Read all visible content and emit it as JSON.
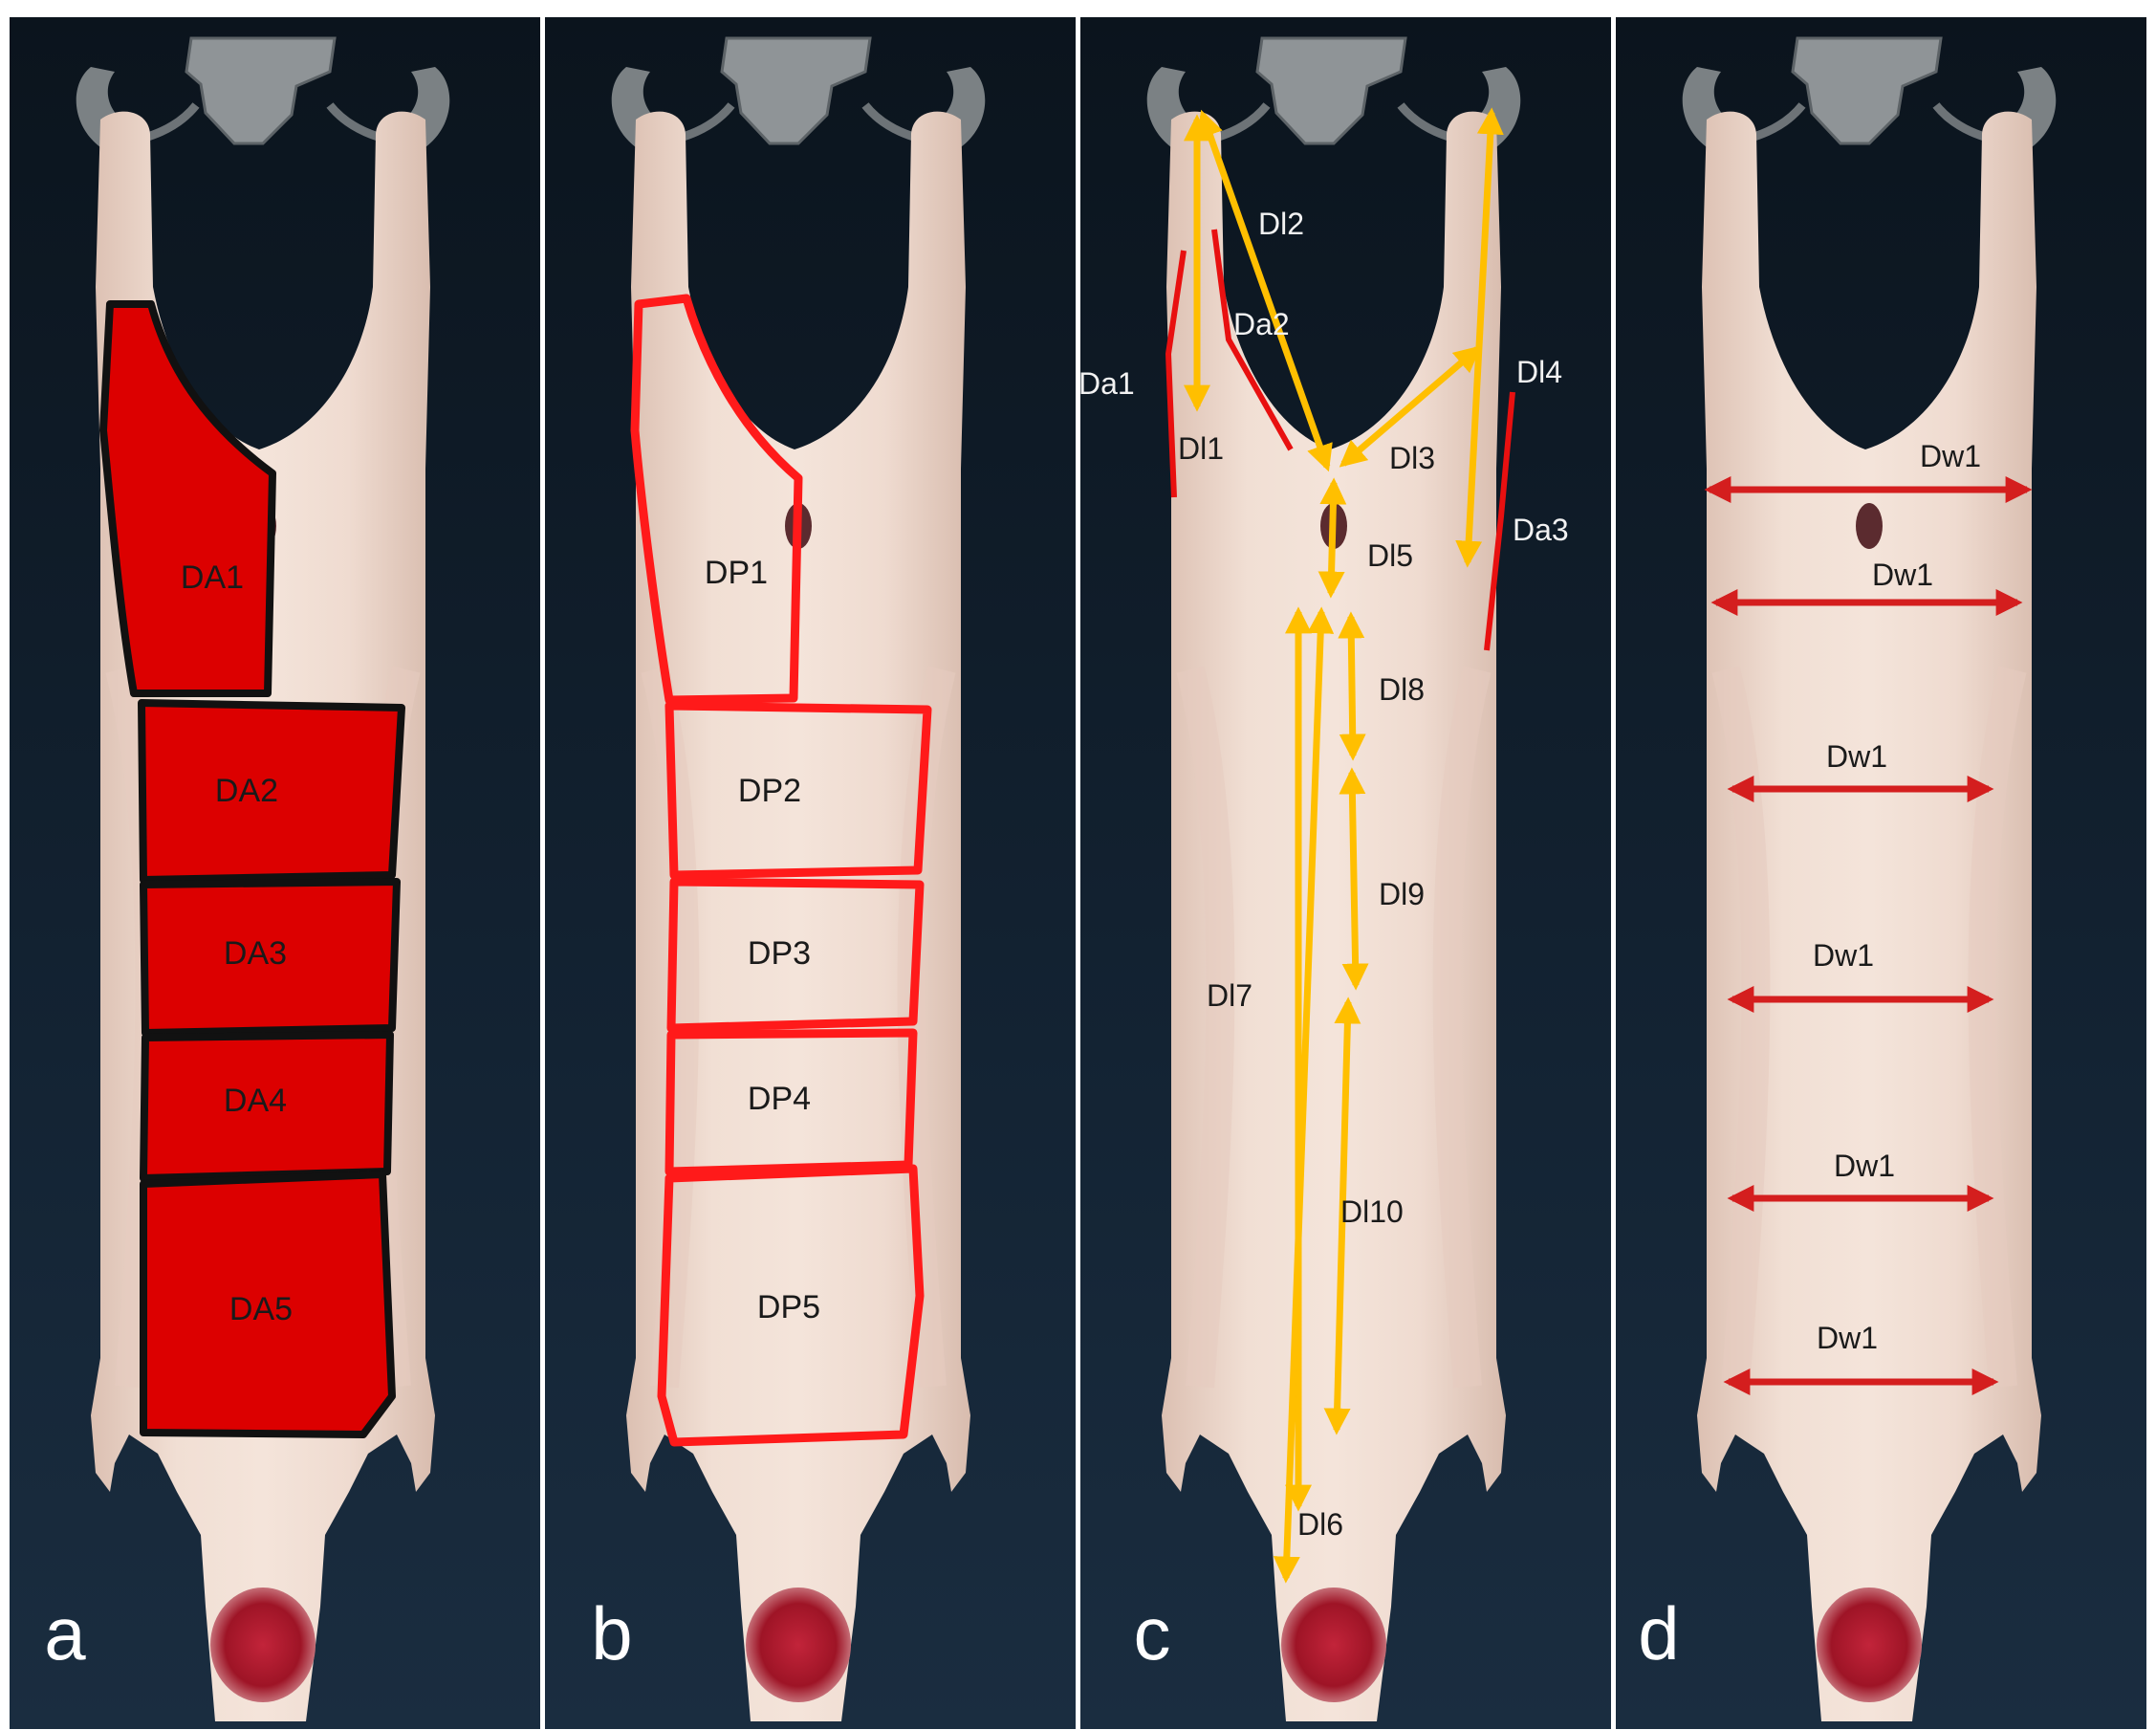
{
  "panels": [
    {
      "id": "a",
      "letter": "a",
      "regions": [
        {
          "label": "DA1"
        },
        {
          "label": "DA2"
        },
        {
          "label": "DA3"
        },
        {
          "label": "DA4"
        },
        {
          "label": "DA5"
        }
      ]
    },
    {
      "id": "b",
      "letter": "b",
      "regions": [
        {
          "label": "DP1"
        },
        {
          "label": "DP2"
        },
        {
          "label": "DP3"
        },
        {
          "label": "DP4"
        },
        {
          "label": "DP5"
        }
      ]
    },
    {
      "id": "c",
      "letter": "c",
      "lengths": [
        "Dl1",
        "Dl2",
        "Dl3",
        "Dl4",
        "Dl5",
        "Dl6",
        "Dl7",
        "Dl8",
        "Dl9",
        "Dl10"
      ],
      "arcs": [
        "Da1",
        "Da2",
        "Da3"
      ]
    },
    {
      "id": "d",
      "letter": "d",
      "widths": [
        "Dw1",
        "Dw1",
        "Dw1",
        "Dw1",
        "Dw1",
        "Dw1"
      ]
    }
  ],
  "colors": {
    "background": "#0e1a26",
    "carcass": "#ecd6c9",
    "area_fill": "#dc0000",
    "area_outline": "#111111",
    "perimeter_outline": "#ff1a1a",
    "length_arrow": "#ffbf00",
    "width_arrow": "#d41e1e",
    "arc_line": "#e81010",
    "label_dark": "#1a1a1a",
    "label_light": "#f2f2f2",
    "letter": "#ffffff"
  }
}
